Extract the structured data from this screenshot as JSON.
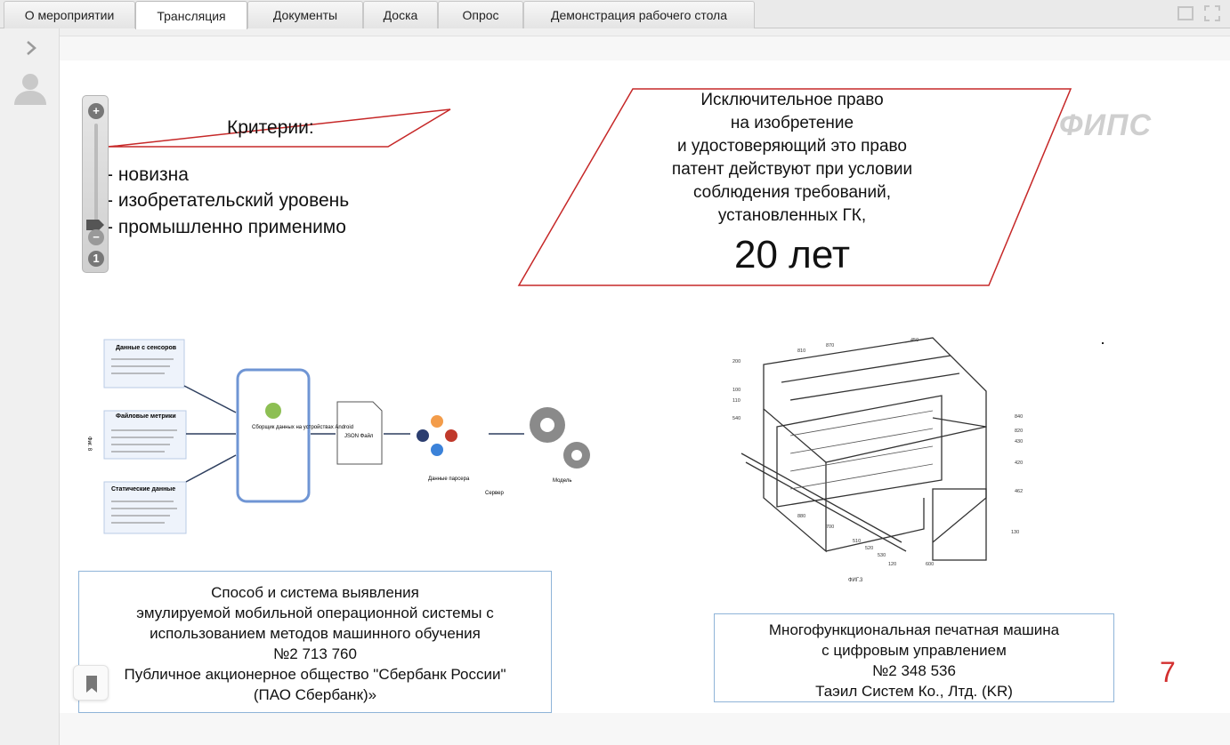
{
  "tabs": [
    {
      "label": "О мероприятии",
      "active": false
    },
    {
      "label": "Трансляция",
      "active": true
    },
    {
      "label": "Документы",
      "active": false
    },
    {
      "label": "Доска",
      "active": false
    },
    {
      "label": "Опрос",
      "active": false
    },
    {
      "label": "Демонстрация рабочего стола",
      "active": false
    }
  ],
  "icons": {
    "collapse": "chevron-right-icon",
    "user": "user-icon",
    "restore": "window-restore-icon",
    "fullscreen": "fullscreen-icon",
    "bookmark": "bookmark-icon"
  },
  "zoom": {
    "plus": "+",
    "minus": "−",
    "reset": "1",
    "level": 0.06
  },
  "slide": {
    "criteria": {
      "title": "Критерии:",
      "items": [
        "- новизна",
        "- изобретательский уровень",
        "- промышленно применимо"
      ]
    },
    "rights": {
      "lines": [
        "Исключительное право",
        "на изобретение",
        "и удостоверяющий это право",
        "патент действуют при условии",
        "соблюдения требований,",
        "установленных ГК,"
      ],
      "term": "20 лет"
    },
    "logo": "ФИПС",
    "diagram": {
      "sensors": "Данные с сенсоров",
      "files": "Файловые метрики",
      "static": "Статические данные",
      "collector": "Сборщик данных на устройствах Android",
      "json": "JSON Файл",
      "parser": "Данные парсера",
      "server": "Сервер",
      "model": "Модель",
      "fig": "Фиг. 8"
    },
    "machine": {
      "fig": "ФИГ.3",
      "labels": [
        "450",
        "870",
        "810",
        "200",
        "100",
        "110",
        "540",
        "880",
        "700",
        "510",
        "520",
        "530",
        "120",
        "600",
        "130",
        "462",
        "420",
        "430",
        "820",
        "840"
      ]
    },
    "patent1": {
      "lines": [
        "Способ и система выявления",
        "эмулируемой мобильной операционной системы с",
        "использованием методов машинного обучения",
        "№2 713 760",
        "Публичное акционерное общество \"Сбербанк России\"",
        "(ПАО Сбербанк)»"
      ]
    },
    "patent2": {
      "lines": [
        "Многофункциональная печатная машина",
        "с цифровым управлением",
        "№2 348 536",
        "Таэил Систем Ко., Лтд. (KR)"
      ]
    },
    "page_number": "7"
  },
  "colors": {
    "accent_red": "#d32f2f",
    "box_border": "#8fb4d8",
    "parallelogram": "#c62828"
  }
}
